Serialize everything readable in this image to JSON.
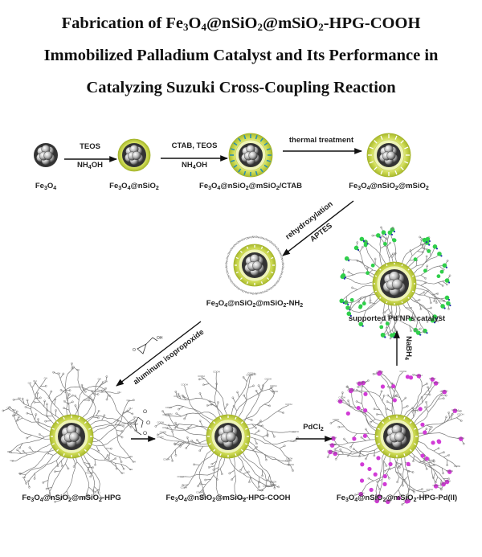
{
  "title": {
    "line1_parts": [
      "Fabrication of Fe",
      "3",
      "O",
      "4",
      "@nSiO",
      "2",
      "@mSiO",
      "2",
      "-HPG-COOH"
    ],
    "line2": "Immobilized Palladium Catalyst and Its Performance in",
    "line3": "Catalyzing Suzuki Cross-Coupling Reaction"
  },
  "colors": {
    "silica_shell": "#c8d64a",
    "silica_shell_light": "#e4ec9a",
    "core": "#6a6a6a",
    "ctab_template": "#2a8fb0",
    "amine_green": "#2fcf4a",
    "pd_magenta": "#d13bd6",
    "branch_gray": "#7a7a7a",
    "arrow": "#111111"
  },
  "particles": [
    {
      "id": "fe3o4",
      "label_parts": [
        "Fe",
        "3",
        "O",
        "4"
      ]
    },
    {
      "id": "fe3o4-nsio2",
      "label_parts": [
        "Fe",
        "3",
        "O",
        "4",
        "@nSiO",
        "2"
      ]
    },
    {
      "id": "fe3o4-nsio2-msio2-ctab",
      "label_parts": [
        "Fe",
        "3",
        "O",
        "4",
        "@nSiO",
        "2",
        "@mSiO",
        "2",
        "/CTAB"
      ]
    },
    {
      "id": "fe3o4-nsio2-msio2",
      "label_parts": [
        "Fe",
        "3",
        "O",
        "4",
        "@nSiO",
        "2",
        "@mSiO",
        "2"
      ]
    },
    {
      "id": "fe3o4-nsio2-msio2-nh2",
      "label_parts": [
        "Fe",
        "3",
        "O",
        "4",
        "@nSiO",
        "2",
        "@mSiO",
        "2",
        "-NH",
        "2"
      ]
    },
    {
      "id": "supported-pd-nps",
      "label_parts": [
        "supported Pd NPs catalyst"
      ]
    },
    {
      "id": "fe3o4-nsio2-msio2-hpg",
      "label_parts": [
        "Fe",
        "3",
        "O",
        "4",
        "@nSiO",
        "2",
        "@mSiO",
        "2",
        "-HPG"
      ]
    },
    {
      "id": "fe3o4-nsio2-msio2-hpg-cooh",
      "label_parts": [
        "Fe",
        "3",
        "O",
        "4",
        "@nSiO",
        "2",
        "@mSiO",
        "2",
        "-HPG-COOH"
      ]
    },
    {
      "id": "fe3o4-nsio2-msio2-hpg-pd",
      "label_parts": [
        "Fe",
        "3",
        "O",
        "4",
        "@nSiO",
        "2",
        "@mSiO",
        "2",
        "-HPG-Pd(II)"
      ]
    }
  ],
  "reactions": [
    {
      "id": "step1",
      "above": "TEOS",
      "below_parts": [
        "NH",
        "4",
        "OH"
      ]
    },
    {
      "id": "step2",
      "above": "CTAB, TEOS",
      "below_parts": [
        "NH",
        "4",
        "OH"
      ]
    },
    {
      "id": "step3",
      "above": "thermal treatment",
      "below_parts": []
    },
    {
      "id": "step4",
      "above": "rehydroxylation",
      "below_parts": [
        "APTES"
      ]
    },
    {
      "id": "step5",
      "above": "aluminum isopropoxide",
      "below_parts": [],
      "reagent_structure": "glycidol"
    },
    {
      "id": "step6",
      "above": "",
      "below_parts": [],
      "reagent_structure": "succinic anhydride"
    },
    {
      "id": "step7",
      "above_parts": [
        "PdCl",
        "2"
      ],
      "below_parts": []
    },
    {
      "id": "step8",
      "above_parts": [
        "NaBH",
        "4"
      ],
      "below_parts": []
    }
  ],
  "reagent_structures": {
    "glycidol_oh": "OH",
    "glycidol_o": "O",
    "anhydride_o": "O"
  }
}
